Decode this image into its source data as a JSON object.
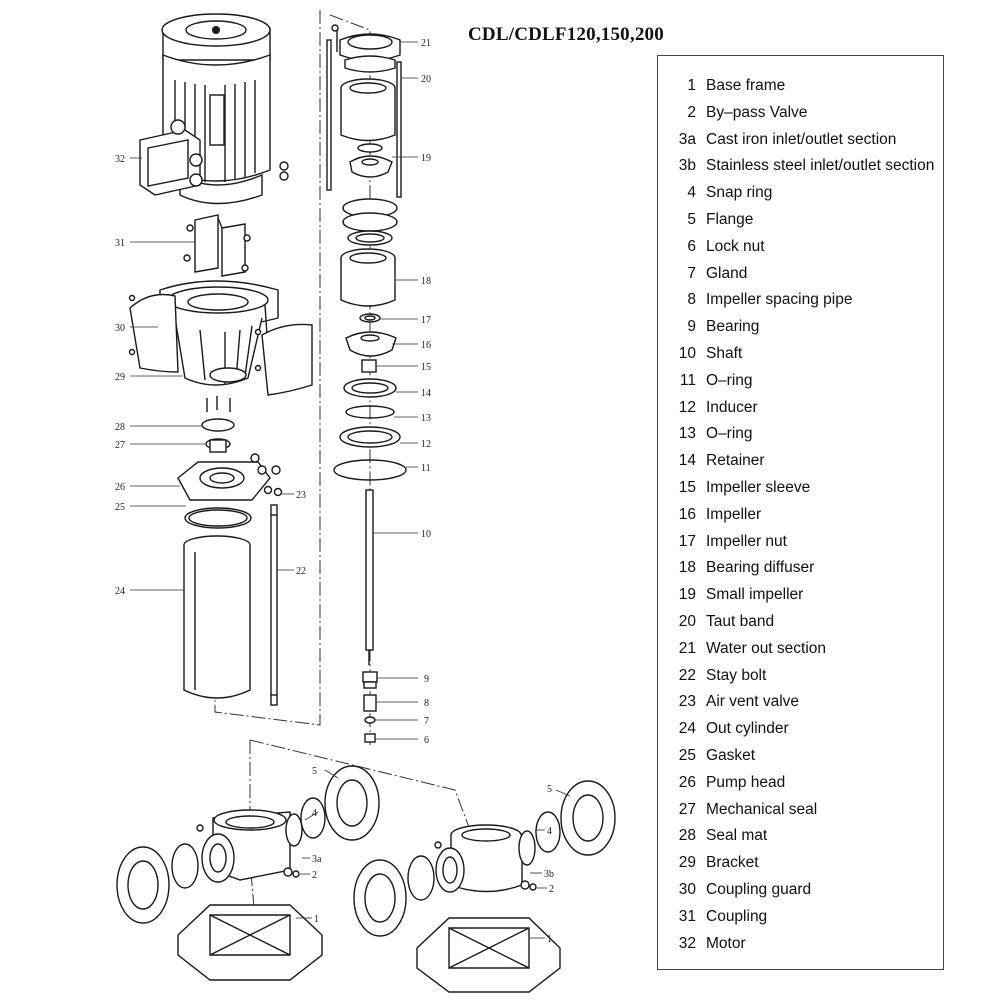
{
  "title": "CDL/CDLF120,150,200",
  "legend": [
    {
      "num": "1",
      "name": "Base frame"
    },
    {
      "num": "2",
      "name": "By–pass Valve"
    },
    {
      "num": "3a",
      "name": "Cast iron inlet/outlet section"
    },
    {
      "num": "3b",
      "name": "Stainless steel inlet/outlet section"
    },
    {
      "num": "4",
      "name": "Snap ring"
    },
    {
      "num": "5",
      "name": "Flange"
    },
    {
      "num": "6",
      "name": "Lock nut"
    },
    {
      "num": "7",
      "name": "Gland"
    },
    {
      "num": "8",
      "name": "Impeller spacing pipe"
    },
    {
      "num": "9",
      "name": "Bearing"
    },
    {
      "num": "10",
      "name": "Shaft"
    },
    {
      "num": "11",
      "name": "O–ring"
    },
    {
      "num": "12",
      "name": "Inducer"
    },
    {
      "num": "13",
      "name": "O–ring"
    },
    {
      "num": "14",
      "name": "Retainer"
    },
    {
      "num": "15",
      "name": "Impeller sleeve"
    },
    {
      "num": "16",
      "name": "Impeller"
    },
    {
      "num": "17",
      "name": "Impeller nut"
    },
    {
      "num": "18",
      "name": "Bearing diffuser"
    },
    {
      "num": "19",
      "name": "Small impeller"
    },
    {
      "num": "20",
      "name": "Taut band"
    },
    {
      "num": "21",
      "name": "Water out section"
    },
    {
      "num": "22",
      "name": "Stay bolt"
    },
    {
      "num": "23",
      "name": "Air vent valve"
    },
    {
      "num": "24",
      "name": "Out cylinder"
    },
    {
      "num": "25",
      "name": "Gasket"
    },
    {
      "num": "26",
      "name": "Pump head"
    },
    {
      "num": "27",
      "name": "Mechanical seal"
    },
    {
      "num": "28",
      "name": "Seal mat"
    },
    {
      "num": "29",
      "name": "Bracket"
    },
    {
      "num": "30",
      "name": "Coupling guard"
    },
    {
      "num": "31",
      "name": "Coupling"
    },
    {
      "num": "32",
      "name": "Motor"
    }
  ],
  "callouts": {
    "c32": "32",
    "c31": "31",
    "c30": "30",
    "c29": "29",
    "c28": "28",
    "c27": "27",
    "c26": "26",
    "c25": "25",
    "c24": "24",
    "c23": "23",
    "c22": "22",
    "c21": "21",
    "c20": "20",
    "c19": "19",
    "c18": "18",
    "c17": "17",
    "c16": "16",
    "c15": "15",
    "c14": "14",
    "c13": "13",
    "c12": "12",
    "c11": "11",
    "c10": "10",
    "c9": "9",
    "c8": "8",
    "c7": "7",
    "c6": "6",
    "l5": "5",
    "l4": "4",
    "l3a": "3a",
    "l2": "2",
    "l1": "1",
    "r5": "5",
    "r4": "4",
    "r3b": "3b",
    "r2": "2",
    "r1": "1"
  }
}
